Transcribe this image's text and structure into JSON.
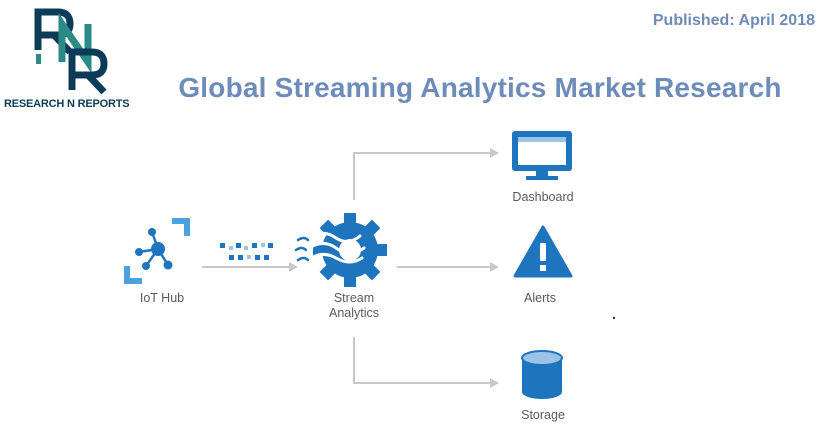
{
  "header": {
    "published": "Published: April 2018",
    "title": "Global Streaming Analytics Market Research"
  },
  "logo": {
    "letters": "RNR",
    "text": "RESEARCH N REPORTS"
  },
  "nodes": {
    "iot_hub": "IoT Hub",
    "stream_analytics_line1": "Stream",
    "stream_analytics_line2": "Analytics",
    "dashboard": "Dashboard",
    "alerts": "Alerts",
    "storage": "Storage"
  },
  "colors": {
    "accent": "#1e74bd",
    "connector": "#c8c8c8",
    "title": "#6d8cba",
    "logo_dark": "#0c3b57",
    "logo_teal": "#2a8a86"
  },
  "icons": {
    "iot_hub": "iot-hub-icon",
    "stream_analytics": "gear-wave-icon",
    "dashboard": "monitor-icon",
    "alerts": "warning-triangle-icon",
    "storage": "database-cylinder-icon"
  }
}
